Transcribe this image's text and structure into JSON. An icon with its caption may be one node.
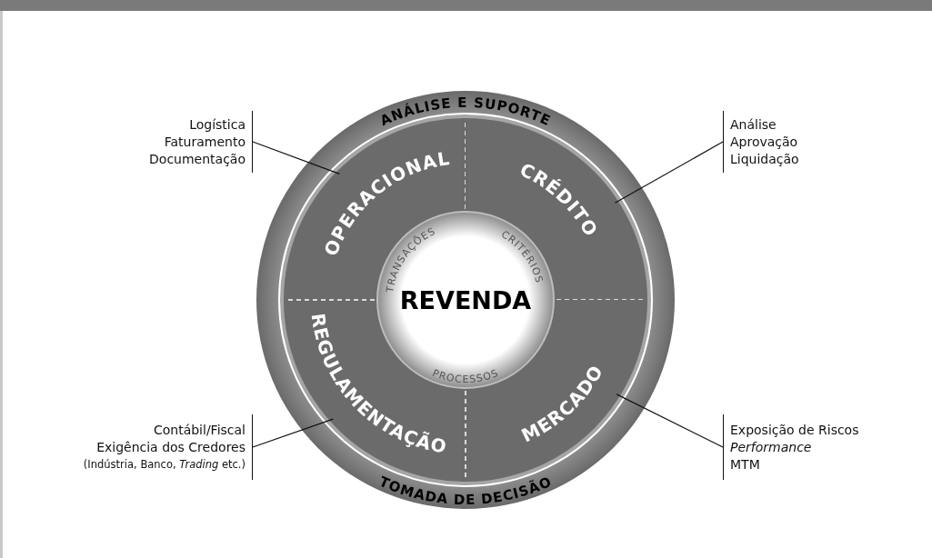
{
  "diagram": {
    "nodes": [
      {
        "text": [
          "ANÁLISE E SUPORTE",
          "TOMADA DE DECISÃO"
        ]
      },
      {
        "text": [
          "OPERACIONAL"
        ],
        "in": 0
      },
      {
        "text": [
          "CRÉDITO"
        ],
        "in": 0
      },
      {
        "text": [
          "REGULAMENTAÇÃO"
        ],
        "in": 0
      },
      {
        "text": [
          "MERCADO"
        ],
        "in": 0
      },
      {
        "text": [
          "TRANSAÇÕES",
          "CRITÉRIOS",
          "PROCESSOS"
        ],
        "in": 0
      },
      {
        "text": [
          "REVENDA"
        ],
        "in": 5
      },
      {
        "text": [
          "Logística",
          "Faturamento",
          "Documentação"
        ]
      },
      {
        "text": [
          "Análise",
          "Aprovação",
          "Liquidação"
        ]
      },
      {
        "text": [
          "Contábil/Fiscal",
          "Exigência dos Credores",
          "(Indústria, Banco, *Trading* etc.)"
        ]
      },
      {
        "text": [
          "Exposição de Riscos",
          "Performance",
          "MTM"
        ]
      }
    ],
    "edges": [
      {
        "from": 7,
        "to": 1,
        "arrow": "none"
      },
      {
        "from": 8,
        "to": 2,
        "arrow": "none"
      },
      {
        "from": 9,
        "to": 3,
        "arrow": "none"
      },
      {
        "from": 10,
        "to": 4,
        "arrow": "none"
      }
    ]
  }
}
